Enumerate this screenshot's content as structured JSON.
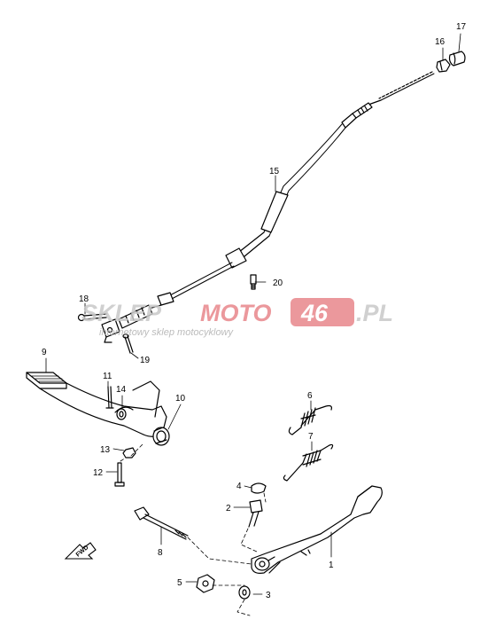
{
  "watermark": {
    "brand_a": "SKLEP",
    "brand_b": "MOTO",
    "brand_c": "46",
    "brand_d": ".PL",
    "tagline": "internetowy sklep motocyklowy",
    "colors": {
      "grey": "#c8c8c8",
      "red": "#e8878b"
    }
  },
  "parts": [
    {
      "ref": "17"
    },
    {
      "ref": "16"
    },
    {
      "ref": "15"
    },
    {
      "ref": "20"
    },
    {
      "ref": "18"
    },
    {
      "ref": "19"
    },
    {
      "ref": "9"
    },
    {
      "ref": "11"
    },
    {
      "ref": "14"
    },
    {
      "ref": "10"
    },
    {
      "ref": "13"
    },
    {
      "ref": "12"
    },
    {
      "ref": "6"
    },
    {
      "ref": "7"
    },
    {
      "ref": "4"
    },
    {
      "ref": "2"
    },
    {
      "ref": "8"
    },
    {
      "ref": "1"
    },
    {
      "ref": "5"
    },
    {
      "ref": "3"
    }
  ],
  "fwd_label": "FWD"
}
